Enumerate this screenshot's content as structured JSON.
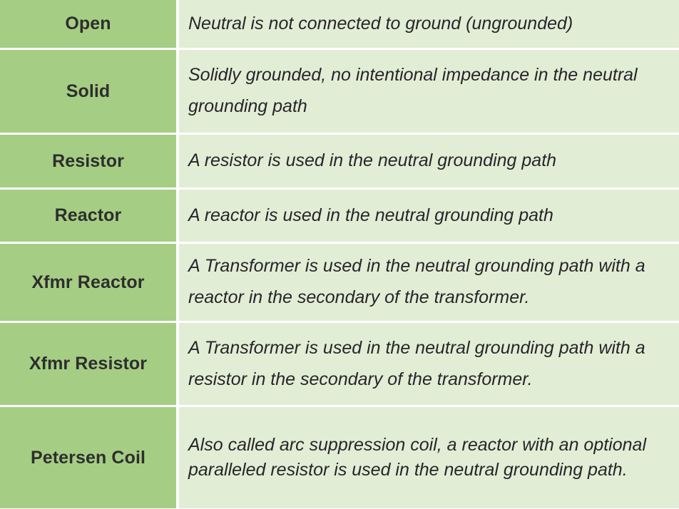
{
  "table": {
    "column_count": 2,
    "row_count": 7,
    "colors": {
      "term_cell_background": "#a5ce84",
      "description_cell_background": "#e2edd5",
      "term_text": "#2e2e2e",
      "description_text": "#26262a",
      "gridline": "#ffffff"
    },
    "rows": [
      {
        "term": "Open",
        "description": "Neutral is not connected to ground (ungrounded)"
      },
      {
        "term": "Solid",
        "description": "Solidly grounded, no intentional impedance in the neutral grounding path"
      },
      {
        "term": "Resistor",
        "description": "A resistor is used in the neutral grounding path"
      },
      {
        "term": "Reactor",
        "description": "A reactor is used in the neutral grounding path"
      },
      {
        "term": "Xfmr Reactor",
        "description": "A Transformer is used in the neutral grounding path with a reactor in the secondary of the transformer."
      },
      {
        "term": "Xfmr Resistor",
        "description": "A Transformer is used in the neutral grounding path with a resistor in the secondary of the transformer."
      },
      {
        "term": "Petersen Coil",
        "description": "Also called arc suppression coil, a reactor with an optional paralleled resistor is used in the neutral grounding path."
      }
    ]
  }
}
